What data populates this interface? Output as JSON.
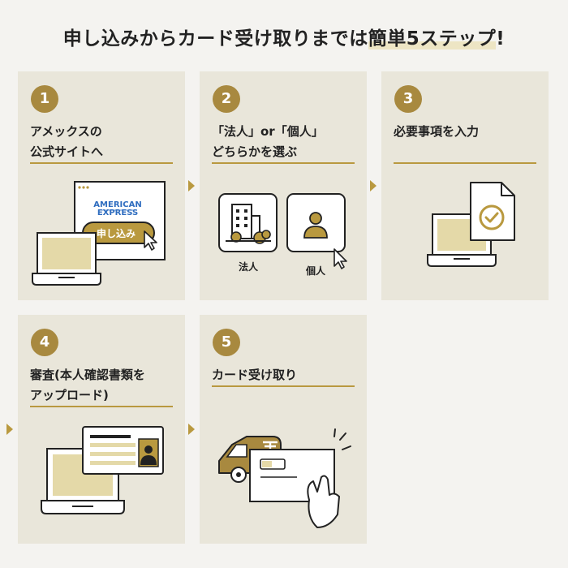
{
  "title": {
    "pre": "申し込みからカード受け取りまでは",
    "highlight": "簡単5ステップ",
    "post": "!"
  },
  "steps": [
    {
      "num": "1",
      "line1": "アメックスの",
      "line2": "公式サイトへ",
      "brand_line1": "AMERICAN",
      "brand_line2": "EXPRESS",
      "button": "申し込み"
    },
    {
      "num": "2",
      "line1": "「法人」or「個人」",
      "line2": "どちらかを選ぶ",
      "option_corporate": "法人",
      "option_personal": "個人"
    },
    {
      "num": "3",
      "line1": "必要事項を入力",
      "line2": ""
    },
    {
      "num": "4",
      "line1": "審査(本人確認書類を",
      "line2": "アップロード)"
    },
    {
      "num": "5",
      "line1": "カード受け取り",
      "line2": ""
    }
  ],
  "colors": {
    "accent": "#a8893f",
    "card_bg": "#e9e6da",
    "page_bg": "#f4f3f0",
    "brand_blue": "#2f6dbf"
  },
  "icons": [
    "laptop-icon",
    "cursor-icon",
    "building-icon",
    "person-icon",
    "document-check-icon",
    "id-card-icon",
    "delivery-truck-icon",
    "envelope-icon",
    "hand-icon"
  ]
}
